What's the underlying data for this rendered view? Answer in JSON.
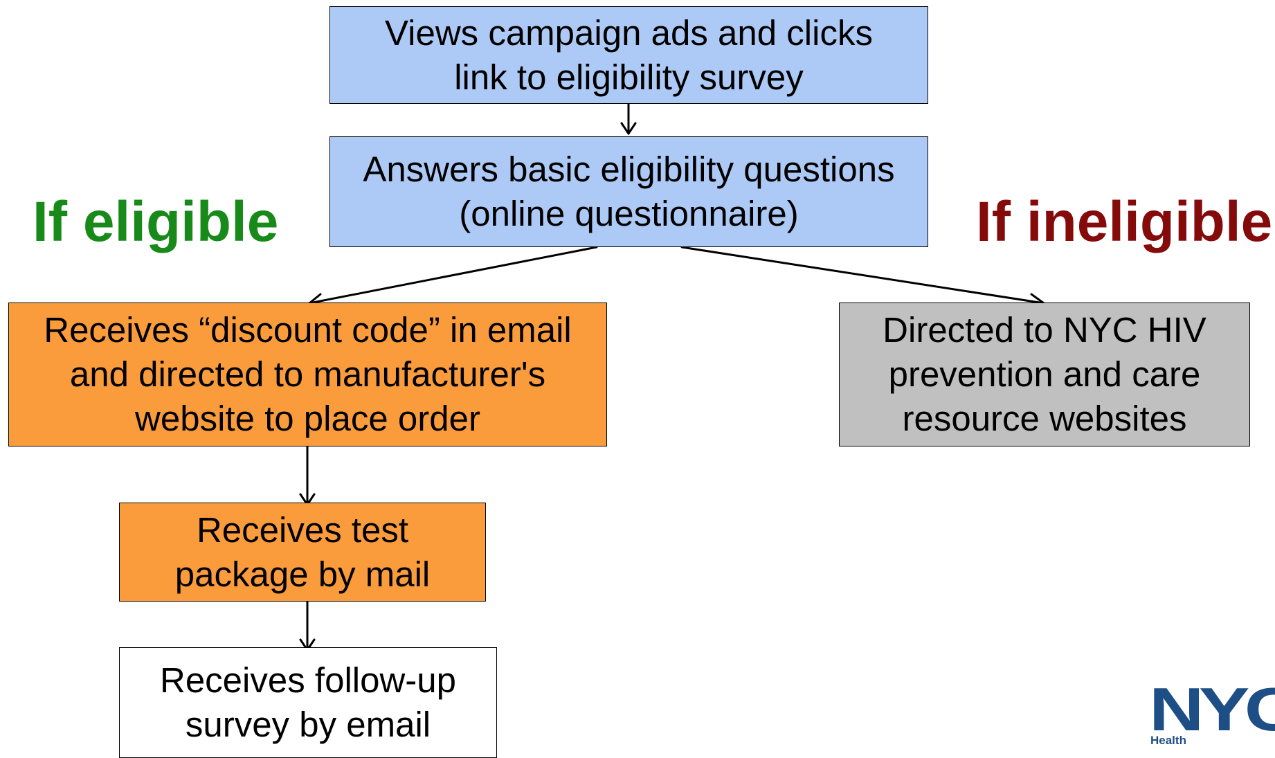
{
  "colors": {
    "blue_box": "#adc9f5",
    "orange_box": "#fb9c3c",
    "gray_box": "#c0c0c0",
    "white_box": "#ffffff",
    "eligible_label": "#178a1a",
    "ineligible_label": "#850b0b",
    "logo": "#1d4f86"
  },
  "labels": {
    "eligible": "If eligible",
    "ineligible": "If ineligible"
  },
  "nodes": {
    "views_ads": "Views campaign ads and clicks\nlink to eligibility survey",
    "answers_questions": "Answers basic eligibility questions\n(online questionnaire)",
    "receives_code": "Receives “discount code” in email\nand directed to manufacturer's\nwebsite to place order",
    "directed_resources": "Directed to NYC HIV\nprevention and care\nresource websites",
    "receives_package": "Receives test\npackage by mail",
    "receives_survey": "Receives follow-up\nsurvey by email"
  },
  "logo": {
    "mark": "NYC",
    "subtext": "Health"
  }
}
